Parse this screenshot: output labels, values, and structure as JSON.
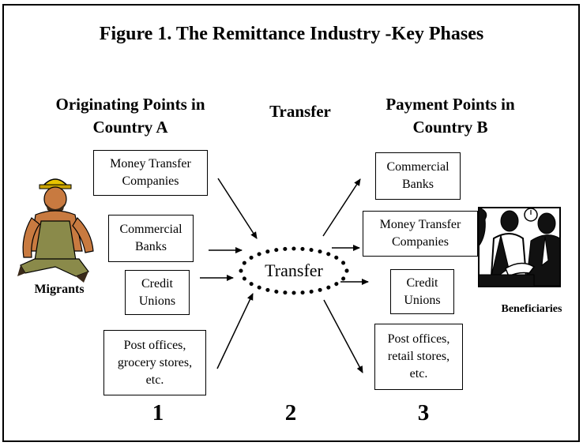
{
  "title": "Figure 1. The Remittance Industry -Key Phases",
  "columns": {
    "originating": "Originating Points in Country A",
    "transfer": "Transfer",
    "payment": "Payment Points in Country B"
  },
  "originating_boxes": [
    {
      "label": "Money Transfer Companies"
    },
    {
      "label": "Commercial Banks"
    },
    {
      "label": "Credit Unions"
    },
    {
      "label": "Post offices, grocery stores, etc."
    }
  ],
  "payment_boxes": [
    {
      "label": "Commercial Banks"
    },
    {
      "label": "Money Transfer Companies"
    },
    {
      "label": "Credit Unions"
    },
    {
      "label": "Post offices, retail stores, etc."
    }
  ],
  "center_node": "Transfer",
  "migrants_label": "Migrants",
  "beneficiaries_label": "Beneficiaries",
  "phase_numbers": [
    "1",
    "2",
    "3"
  ],
  "colors": {
    "line": "#000000",
    "skin": "#c87a40",
    "overalls": "#8a8a4a",
    "helmet": "#e8c400"
  },
  "icons": {
    "migrant": "worker-clipart-icon",
    "beneficiaries": "bank-counter-clipart-icon"
  }
}
